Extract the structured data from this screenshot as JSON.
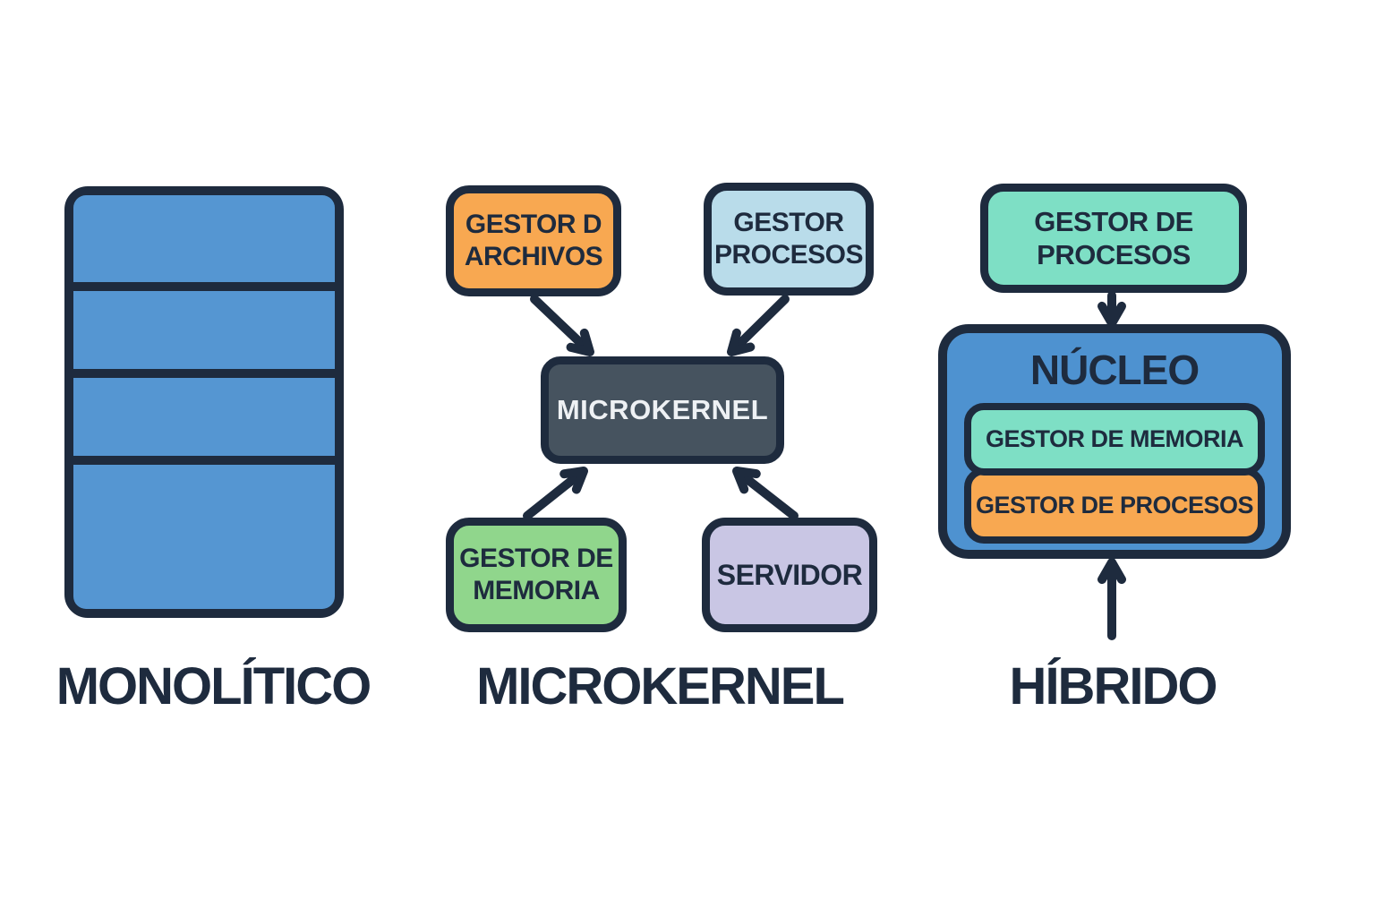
{
  "diagram": {
    "monolithic": {
      "label": "MONOLÍTICO",
      "segment_count": 4
    },
    "microkernel": {
      "label": "MICROKERNEL",
      "kernel": "MICROKERNEL",
      "file_manager": [
        "GESTOR D",
        "ARCHIVOS"
      ],
      "process_manager": [
        "GESTOR",
        "PROCESOS"
      ],
      "memory_manager": [
        "GESTOR DE",
        "MEMORIA"
      ],
      "server": "SERVIDOR"
    },
    "hybrid": {
      "label": "HÍBRIDO",
      "process_manager": [
        "GESTOR DE",
        "PROCESOS"
      ],
      "nucleus_title": "NÚCLEO",
      "nucleus_memory": "GESTOR DE MEMORIA",
      "nucleus_process": "GESTOR DE PROCESOS"
    }
  },
  "colors": {
    "background": "#FFFFFF",
    "outline": "#1E2B3E",
    "text_dark": "#1E2B3E",
    "text_light": "#EEF1F4",
    "monolithic_blue": "#5596D2",
    "nucleus_blue": "#4E92D0",
    "orange": "#F8A851",
    "light_blue": "#B9DCEA",
    "dark_slate": "#46535F",
    "green": "#90D68C",
    "lavender": "#C9C6E4",
    "teal": "#7EDFC5"
  }
}
